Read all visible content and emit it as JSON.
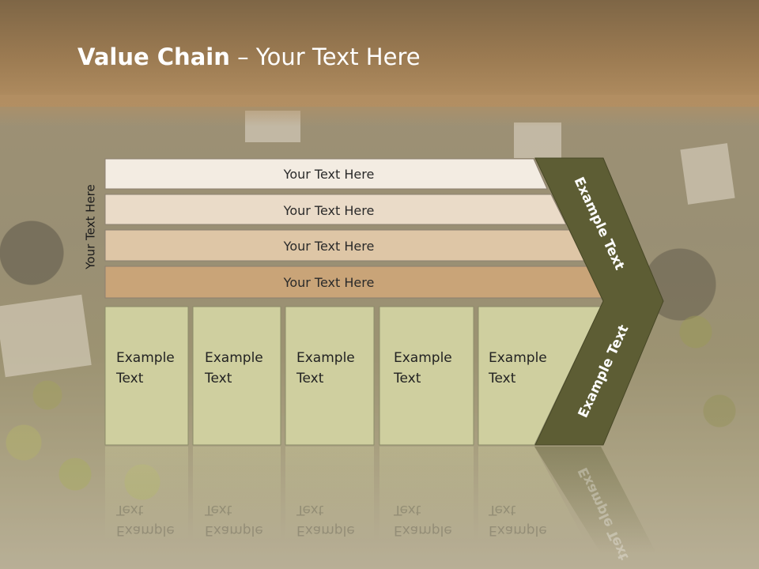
{
  "slide": {
    "title_bold": "Value Chain",
    "title_rest": " – Your Text Here",
    "side_label": "Your Text Here",
    "bars": [
      {
        "label": "Your Text Here",
        "color": "#f3ece2"
      },
      {
        "label": "Your Text Here",
        "color": "#eadbc8"
      },
      {
        "label": "Your Text Here",
        "color": "#dec6a6"
      },
      {
        "label": "Your Text Here",
        "color": "#c9a478"
      }
    ],
    "boxes": [
      {
        "label": "Example Text"
      },
      {
        "label": "Example Text"
      },
      {
        "label": "Example Text"
      },
      {
        "label": "Example Text"
      },
      {
        "label": "Example Text"
      }
    ],
    "chevron_top_label": "Example Text",
    "chevron_bottom_label": "Example Text",
    "colors": {
      "box_fill": "#cfcf9f",
      "chevron_fill": "#5d5d34",
      "title": "#ffffff"
    }
  }
}
